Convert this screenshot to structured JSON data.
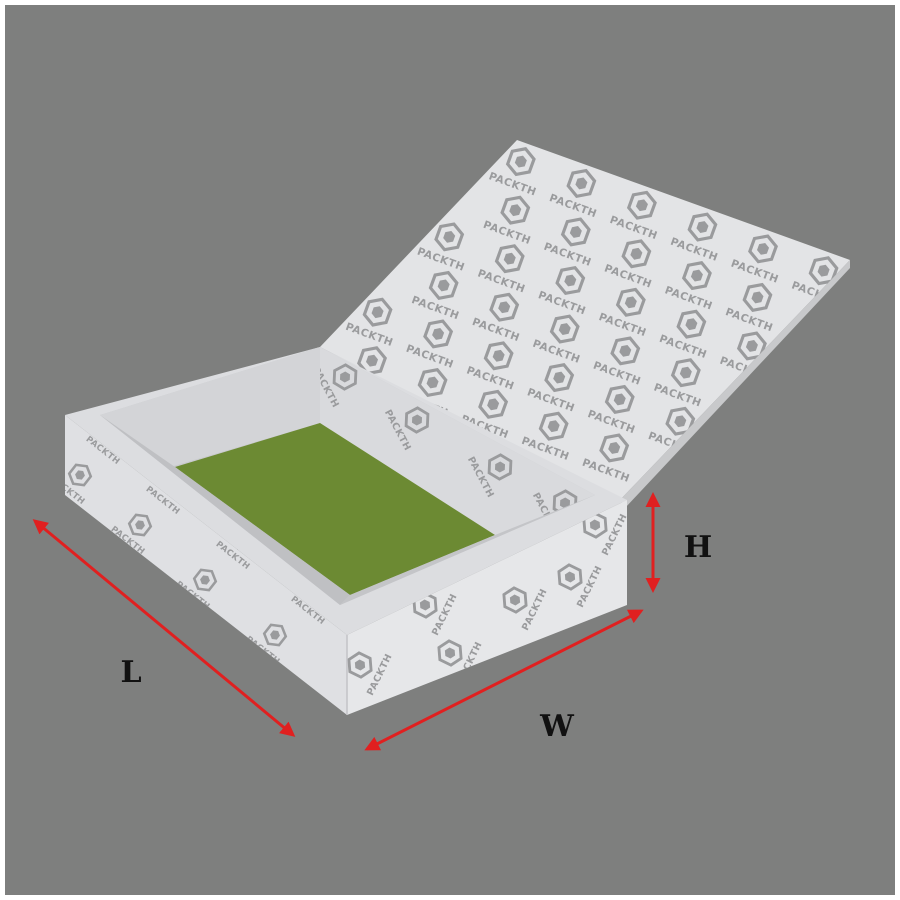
{
  "diagram": {
    "dimensions": {
      "length_label": "L",
      "width_label": "W",
      "height_label": "H"
    },
    "watermark_brand": "PACKTH"
  },
  "colors": {
    "background": "#7e7f7e",
    "box_surface": "#e3e4e6",
    "box_inner_wall": "#c9cacd",
    "box_base": "#6c8a33",
    "watermark": "#9a9b9d",
    "arrow": "#e02020",
    "label": "#111111"
  },
  "icons": {
    "watermark_logo": "packth-logo-icon"
  }
}
